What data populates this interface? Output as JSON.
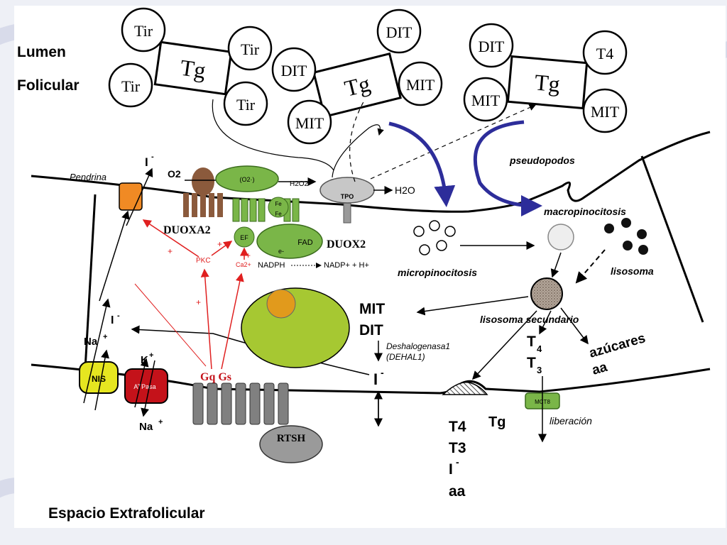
{
  "regions": {
    "lumen_line1": "Lumen",
    "lumen_line2": "Folicular",
    "extrafollicular": "Espacio Extrafolicular"
  },
  "thyroglobulins": [
    {
      "center": "Tg",
      "units": [
        "Tir",
        "Tir",
        "Tir",
        "Tir"
      ]
    },
    {
      "center": "Tg",
      "units": [
        "DIT",
        "DIT",
        "MIT",
        "MIT"
      ]
    },
    {
      "center": "Tg",
      "units": [
        "DIT",
        "T4",
        "MIT",
        "MIT"
      ]
    }
  ],
  "membrane_proteins": {
    "pendrin": "Pendrina",
    "iodide_top": "I",
    "iodide_top_sup": "-",
    "o2": "O2",
    "superoxide": "(O2·)",
    "h2o2": "H2O2",
    "fe1": "Fe",
    "fe2": "Fe",
    "fad": "FAD",
    "electron": "e-",
    "ef": "EF",
    "duoxa2": "DUOXA2",
    "duox2": "DUOX2",
    "tpo": "TPO",
    "h2o": "H2O",
    "nadph": "NADPH",
    "nadp_h": "NADP+ + H+",
    "pkc": "PKC",
    "ca": "Ca2+",
    "plus1": "+",
    "plus2": "+",
    "plus3": "+",
    "plus4": "+",
    "gq_gs": "Gq Gs",
    "rtsh": "RTSH",
    "nis": "NIS",
    "atpasa": "ATPasa",
    "mct8": "MCT8"
  },
  "ions": {
    "iodide_left": "I",
    "iodide_left_sup": "-",
    "na_in": "Na",
    "na_in_sup": "+",
    "k": "K",
    "k_sup": "+",
    "na_out": "Na",
    "na_out_sup": "+"
  },
  "processes": {
    "pseudopodos": "pseudopodos",
    "macropinocitosis": "macropinocitosis",
    "micropinocitosis": "micropinocitosis",
    "lisosoma": "lisosoma",
    "lisosoma_secundario": "lisosoma secundario",
    "mit": "MIT",
    "dit": "DIT",
    "deshalogenasa_1": "Deshalogenasa1",
    "deshalogenasa_2": "(DEHAL1)",
    "iodide_center": "I",
    "iodide_center_sup": "-",
    "t4_out": "T",
    "t4_out_sub": "4",
    "t3_out": "T",
    "t3_out_sub": "3",
    "azucares": "azúcares",
    "aa": "aa",
    "tg_bottom": "Tg",
    "liberacion": "liberación"
  },
  "release_list": {
    "items": [
      "T4",
      "T3",
      "I",
      "aa"
    ],
    "iodide_sup": "-"
  },
  "colors": {
    "green": "#7ab648",
    "green_dark": "#3a6b1c",
    "orange": "#f08a24",
    "brown": "#8b5a3c",
    "yellow": "#e6e620",
    "red": "#c4121a",
    "blue_arrow": "#2d2d9a",
    "red_signal": "#e02020",
    "nucleus": "#a6c832",
    "nucleolus": "#e19a1c",
    "grey_receptor": "#808080"
  }
}
